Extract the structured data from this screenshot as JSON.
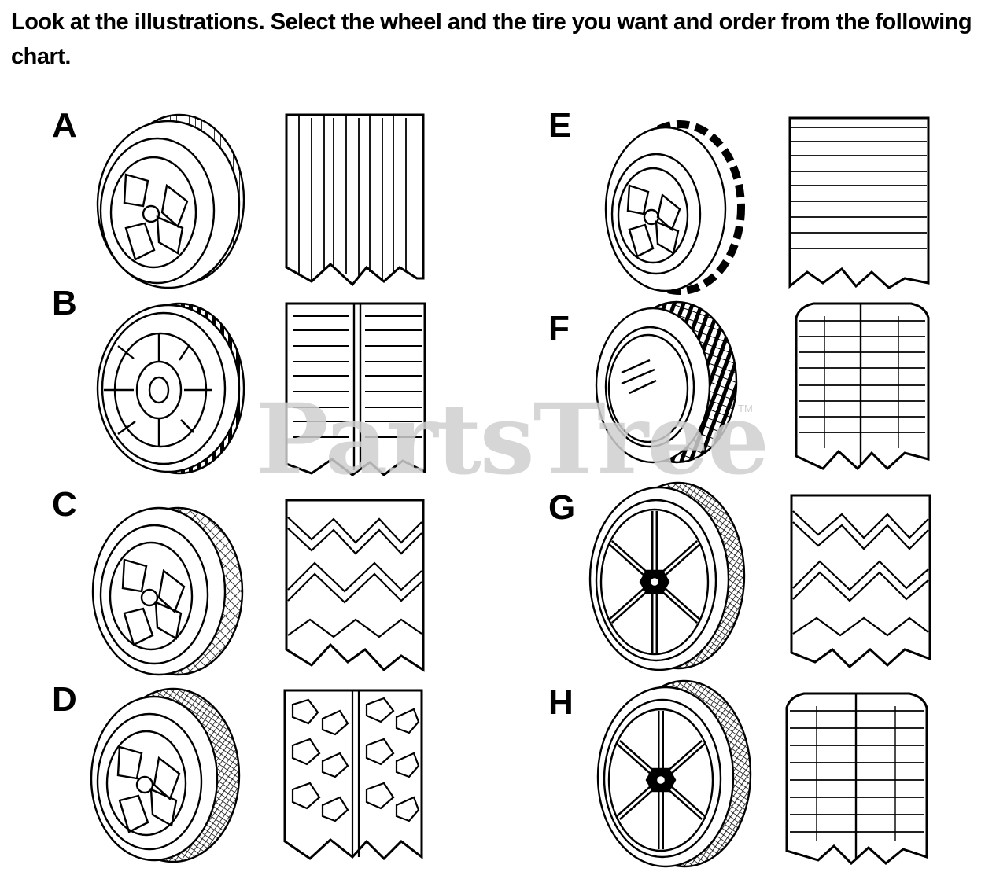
{
  "instruction": "Look at the illustrations. Select the wheel and the tire you want and order from the following chart.",
  "watermark": "PartsTree",
  "watermark_mark": "TM",
  "options": [
    {
      "letter": "A",
      "tread": "rib"
    },
    {
      "letter": "B",
      "tread": "block"
    },
    {
      "letter": "C",
      "tread": "diamond"
    },
    {
      "letter": "D",
      "tread": "knobby"
    },
    {
      "letter": "E",
      "tread": "lug"
    },
    {
      "letter": "F",
      "tread": "bar"
    },
    {
      "letter": "G",
      "tread": "diamond"
    },
    {
      "letter": "H",
      "tread": "bar"
    }
  ]
}
